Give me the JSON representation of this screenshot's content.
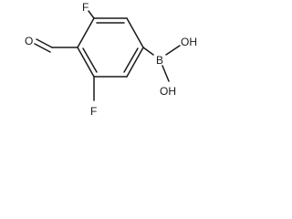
{
  "structure": {
    "atoms": {
      "f_top": "F",
      "f_bottom": "F",
      "o_aldehyde": "O",
      "b": "B",
      "oh_upper": "OH",
      "oh_lower": "OH"
    },
    "color": "#1a1a1a"
  }
}
